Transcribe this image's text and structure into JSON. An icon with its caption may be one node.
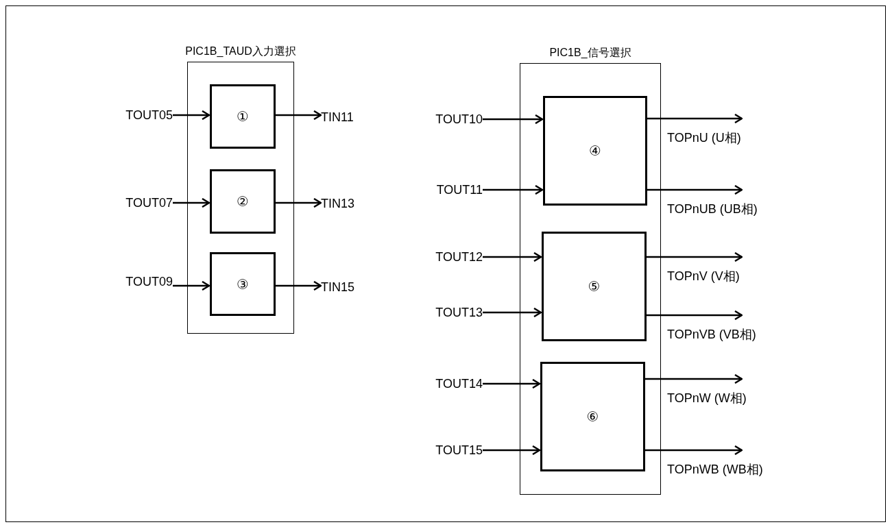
{
  "diagram": {
    "nodes": [
      {
        "text": [
          "PIC1B_TAUD入力選択"
        ]
      },
      {
        "text": [
          "①"
        ],
        "in": 0
      },
      {
        "text": [
          "②"
        ],
        "in": 0
      },
      {
        "text": [
          "③"
        ],
        "in": 0
      },
      {
        "text": [
          "TOUT05"
        ]
      },
      {
        "text": [
          "TIN11"
        ]
      },
      {
        "text": [
          "TOUT07"
        ]
      },
      {
        "text": [
          "TIN13"
        ]
      },
      {
        "text": [
          "TOUT09"
        ]
      },
      {
        "text": [
          "TIN15"
        ]
      },
      {
        "text": [
          "PIC1B_信号選択"
        ]
      },
      {
        "text": [
          "④"
        ],
        "in": 10
      },
      {
        "text": [
          "⑤"
        ],
        "in": 10
      },
      {
        "text": [
          "⑥"
        ],
        "in": 10
      },
      {
        "text": [
          "TOUT10"
        ]
      },
      {
        "text": [
          "TOUT11"
        ]
      },
      {
        "text": [
          "TOUT12"
        ]
      },
      {
        "text": [
          "TOUT13"
        ]
      },
      {
        "text": [
          "TOUT14"
        ]
      },
      {
        "text": [
          "TOUT15"
        ]
      }
    ],
    "edges": [
      {
        "from": 4,
        "to": 1,
        "arrow": "to"
      },
      {
        "from": 1,
        "to": 5,
        "arrow": "to"
      },
      {
        "from": 6,
        "to": 2,
        "arrow": "to"
      },
      {
        "from": 2,
        "to": 7,
        "arrow": "to"
      },
      {
        "from": 8,
        "to": 3,
        "arrow": "to"
      },
      {
        "from": 3,
        "to": 9,
        "arrow": "to"
      },
      {
        "from": 14,
        "to": 11,
        "arrow": "to"
      },
      {
        "from": 15,
        "to": 11,
        "arrow": "to"
      },
      {
        "from": 16,
        "to": 12,
        "arrow": "to"
      },
      {
        "from": 17,
        "to": 12,
        "arrow": "to"
      },
      {
        "from": 18,
        "to": 13,
        "arrow": "to"
      },
      {
        "from": 19,
        "to": 13,
        "arrow": "to"
      },
      {
        "from": 11,
        "to": null,
        "arrow": "to",
        "label": "TOPnU (U相)"
      },
      {
        "from": 11,
        "to": null,
        "arrow": "to",
        "label": "TOPnUB (UB相)"
      },
      {
        "from": 12,
        "to": null,
        "arrow": "to",
        "label": "TOPnV (V相)"
      },
      {
        "from": 12,
        "to": null,
        "arrow": "to",
        "label": "TOPnVB (VB相)"
      },
      {
        "from": 13,
        "to": null,
        "arrow": "to",
        "label": "TOPnW (W相)"
      },
      {
        "from": 13,
        "to": null,
        "arrow": "to",
        "label": "TOPnWB (WB相)"
      }
    ]
  }
}
